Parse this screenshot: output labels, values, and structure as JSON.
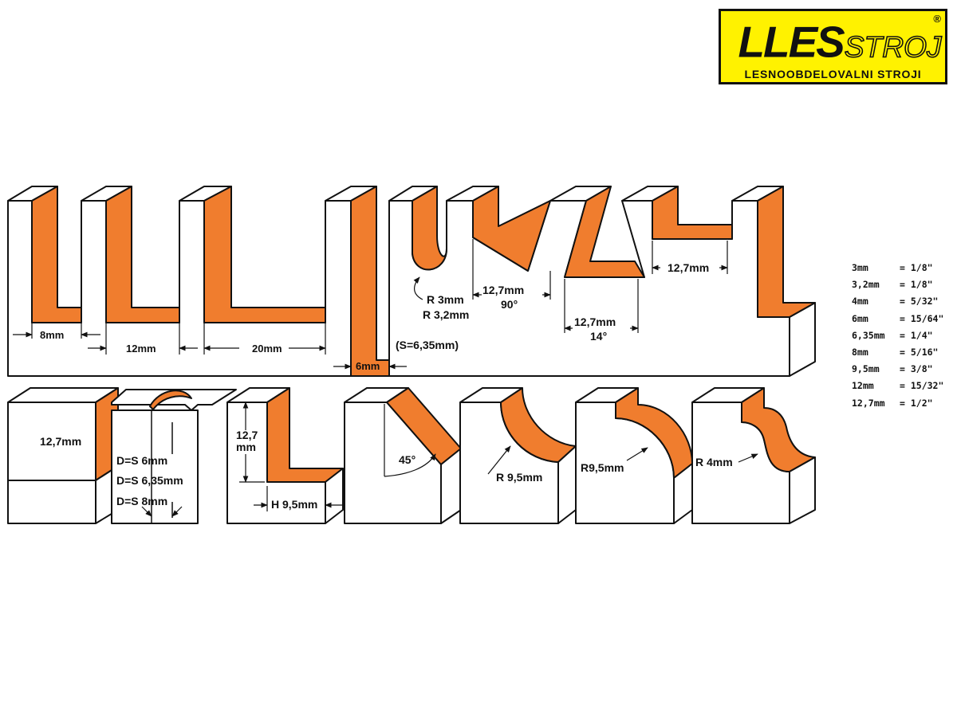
{
  "logo": {
    "wordmark_bold": "LLES",
    "wordmark_light": "STROJ",
    "tagline": "LESNOOBDELOVALNI STROJI",
    "registered_mark": "®"
  },
  "colors": {
    "profile_orange": "#f07d2e",
    "outline": "#111111",
    "logo_yellow": "#fff200"
  },
  "top_row": {
    "dim_8": "8mm",
    "dim_12": "12mm",
    "dim_20": "20mm",
    "dim_6": "6mm",
    "shank": "(S=6,35mm)",
    "r_3": "R 3mm",
    "r_32": "R 3,2mm",
    "v_width": "12,7mm",
    "v_angle": "90°",
    "dove_width": "12,7mm",
    "dove_angle": "14°",
    "slot_width": "12,7mm"
  },
  "bottom_row": {
    "straight_height": "12,7mm",
    "ds_6": "D=S  6mm",
    "ds_635": "D=S  6,35mm",
    "ds_8": "D=S  8mm",
    "rabbet_height_1": "12,7",
    "rabbet_height_2": "mm",
    "rabbet_depth": "H 9,5mm",
    "chamfer_angle": "45°",
    "cove_radius": "R 9,5mm",
    "round_radius": "R9,5mm",
    "ogee_radius": "R 4mm"
  },
  "conversions": [
    {
      "mm": "3mm",
      "inch": "= 1/8\""
    },
    {
      "mm": "3,2mm",
      "inch": "= 1/8\""
    },
    {
      "mm": "4mm",
      "inch": "= 5/32\""
    },
    {
      "mm": "6mm",
      "inch": "= 15/64\""
    },
    {
      "mm": "6,35mm",
      "inch": "= 1/4\""
    },
    {
      "mm": "8mm",
      "inch": "= 5/16\""
    },
    {
      "mm": "9,5mm",
      "inch": "= 3/8\""
    },
    {
      "mm": "12mm",
      "inch": "= 15/32\""
    },
    {
      "mm": "12,7mm",
      "inch": "= 1/2\""
    }
  ]
}
